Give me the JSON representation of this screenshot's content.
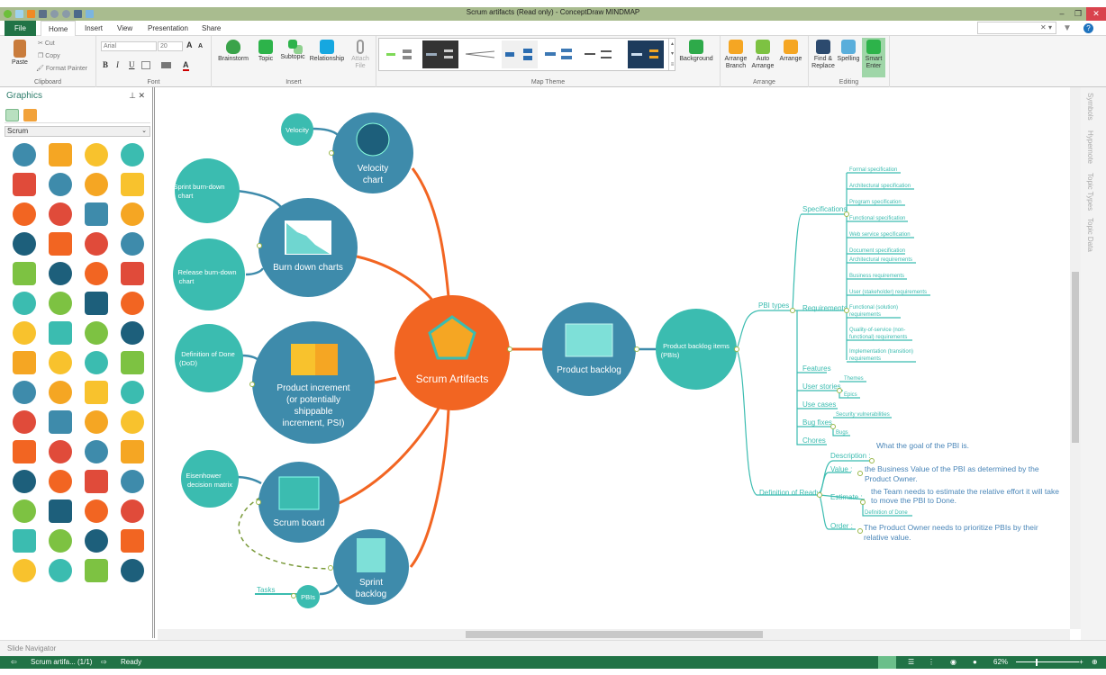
{
  "window": {
    "title": "Scrum artifacts (Read only) - ConceptDraw MINDMAP",
    "controls": [
      "–",
      "❐",
      "✕"
    ]
  },
  "tabs": [
    {
      "label": "File"
    },
    {
      "label": "Home"
    },
    {
      "label": "Insert"
    },
    {
      "label": "View"
    },
    {
      "label": "Presentation"
    },
    {
      "label": "Share"
    }
  ],
  "search": {
    "value": "✕ ▾"
  },
  "ribbon": {
    "clipboard": {
      "paste": "Paste",
      "cut": "Cut",
      "copy": "Copy",
      "format_painter": "Format Painter",
      "group": "Clipboard"
    },
    "font": {
      "family": "Arial",
      "size": "20",
      "grow": "A",
      "shrink": "A",
      "bold": "B",
      "italic": "I",
      "underline": "U",
      "color": "A",
      "group": "Font"
    },
    "insert": {
      "brainstorm": "Brainstorm",
      "topic": "Topic",
      "subtopic": "Subtopic",
      "relationship": "Relationship",
      "attach": "Attach File",
      "group": "Insert"
    },
    "theme": {
      "group": "Map Theme",
      "background": "Background"
    },
    "arrange": {
      "branch": "Arrange Branch",
      "auto": "Auto Arrange",
      "arrange": "Arrange",
      "group": "Arrange"
    },
    "editing": {
      "find": "Find & Replace",
      "spelling": "Spelling",
      "smart": "Smart Enter",
      "group": "Editing"
    }
  },
  "sidebar": {
    "title": "Graphics",
    "library": "Scrum",
    "icons": [
      "checklist",
      "gear",
      "alert-bubble",
      "calendar",
      "team-boxes",
      "team",
      "bug",
      "burndown",
      "growth-chart",
      "person",
      "team-board",
      "signpost",
      "document-check",
      "team-gears",
      "question-bubbles",
      "document",
      "check-circle",
      "laptop-user",
      "set-square",
      "exclamation",
      "lock",
      "bar-growth",
      "loading",
      "download",
      "more",
      "mvp-box",
      "gears-clock",
      "truck-box",
      "warning",
      "backlog",
      "presenter",
      "box",
      "question",
      "questions",
      "cancel",
      "pen",
      "hand-doc",
      "board",
      "speaker",
      "scrum-team",
      "hierarchy",
      "question-cards",
      "cycle",
      "loop",
      "sprint-backlog",
      "target",
      "sticky-note",
      "refresh",
      "manager",
      "team-check",
      "goal",
      "businessman",
      "thumbs-down",
      "thumbs-up",
      "clock",
      "clipboard",
      "magnifier",
      "id-card",
      "speedometer",
      "eye"
    ]
  },
  "mindmap": {
    "root": "Scrum Artifacts",
    "nodes": {
      "velocity_chart": [
        "Velocity",
        "chart"
      ],
      "velocity": "Velocity",
      "burndown": "Burn down charts",
      "sprint_burndown": [
        "Sprint burn-down",
        "chart"
      ],
      "release_burndown": [
        "Release burn-down",
        "chart"
      ],
      "increment": [
        "Product increment",
        "(or potentially",
        "shippable",
        "increment, PSI)"
      ],
      "dod": [
        "Definition of Done",
        "(DoD)"
      ],
      "scrum_board": "Scrum board",
      "eisenhower": [
        "Eisenhower",
        "decision matrix"
      ],
      "sprint_backlog": [
        "Sprint",
        "backlog"
      ],
      "pbis_small": "PBIs",
      "tasks": "Tasks",
      "product_backlog": "Product backlog",
      "pbi_items": [
        "Product backlog items",
        "(PBIs)"
      ]
    },
    "pbi_types": "PBI types",
    "specifications": "Specifications",
    "spec_items": [
      "Formal specification",
      "Architectural specification",
      "Program specification",
      "Functional specification",
      "Web service specification",
      "Document specification"
    ],
    "requirements": "Requirements",
    "req_items": [
      [
        "Architectural requirements"
      ],
      [
        "Business requirements"
      ],
      [
        "User (stakeholder) requirements"
      ],
      [
        "Functional (solution)",
        "requirements"
      ],
      [
        "Quality-of-service (non-",
        "functional) requirements"
      ],
      [
        "Implementation (transition)",
        "requirements"
      ]
    ],
    "features": "Features",
    "user_stories": "User stories",
    "story_items": [
      "Themes",
      "Epics"
    ],
    "use_cases": "Use cases",
    "bug_fixes": "Bug fixes",
    "bug_items": [
      "Security vulnerabilities",
      "Bugs"
    ],
    "chores": "Chores",
    "dor": "Definition of Ready",
    "dor_items": {
      "description": "Description :",
      "description_text": [
        "What the goal of the PBI is."
      ],
      "value": "Value :",
      "value_text": [
        "the Business Value of the PBI as determined by the",
        "Product Owner."
      ],
      "estimate": "Estimate :",
      "estimate_text": [
        "the Team needs to estimate the relative effort it will take",
        "to move the PBI to Done."
      ],
      "estimate_sub": "Definition of Done",
      "order": "Order :",
      "order_text": [
        "The Product Owner needs to prioritize PBIs by their",
        "relative value."
      ]
    }
  },
  "right_tabs": [
    "Symbols",
    "Hypernote",
    "Topic Types",
    "Topic Data"
  ],
  "slide_navigator": "Slide Navigator",
  "status": {
    "doc": "Scrum artifa... (1/1)",
    "state": "Ready",
    "zoom": "62%"
  },
  "colors": {
    "accent": "#217346",
    "root": "#f26522",
    "main": "#3e8bab",
    "sub": "#3bbcb0",
    "title_bar": "#a9bc8f"
  }
}
